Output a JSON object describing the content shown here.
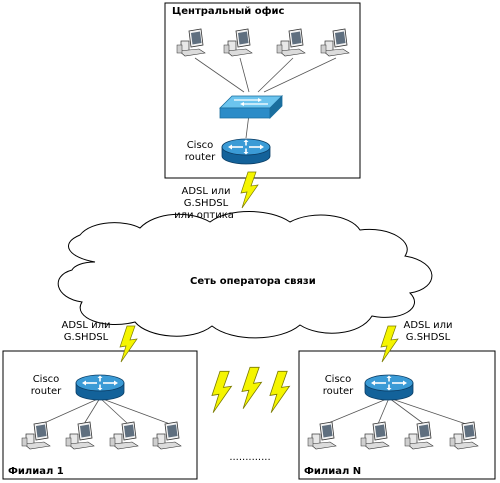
{
  "central_office": {
    "title": "Центральный офис",
    "router_label_line1": "Cisco",
    "router_label_line2": "router"
  },
  "uplinks": {
    "central_line1": "ADSL или",
    "central_line2": "G.SHDSL",
    "central_line3": "или оптика",
    "branch1_line1": "ADSL или",
    "branch1_line2": "G.SHDSL",
    "branchN_line1": "ADSL или",
    "branchN_line2": "G.SHDSL"
  },
  "cloud": {
    "label": "Сеть оператора связи"
  },
  "branch_1": {
    "title": "Филиал 1",
    "router_label_line1": "Cisco",
    "router_label_line2": "router"
  },
  "branch_n": {
    "title": "Филиал N",
    "router_label_line1": "Cisco",
    "router_label_line2": "router"
  },
  "ellipsis": ".............",
  "colors": {
    "router_blue": "#1e78b4",
    "switch_blue": "#3aa6dc",
    "lightning_yellow": "#f5f500",
    "frame": "#000000",
    "link_line": "#555555"
  },
  "icons": [
    "computer-icon",
    "switch-icon",
    "router-icon",
    "lightning-icon",
    "cloud-icon"
  ]
}
